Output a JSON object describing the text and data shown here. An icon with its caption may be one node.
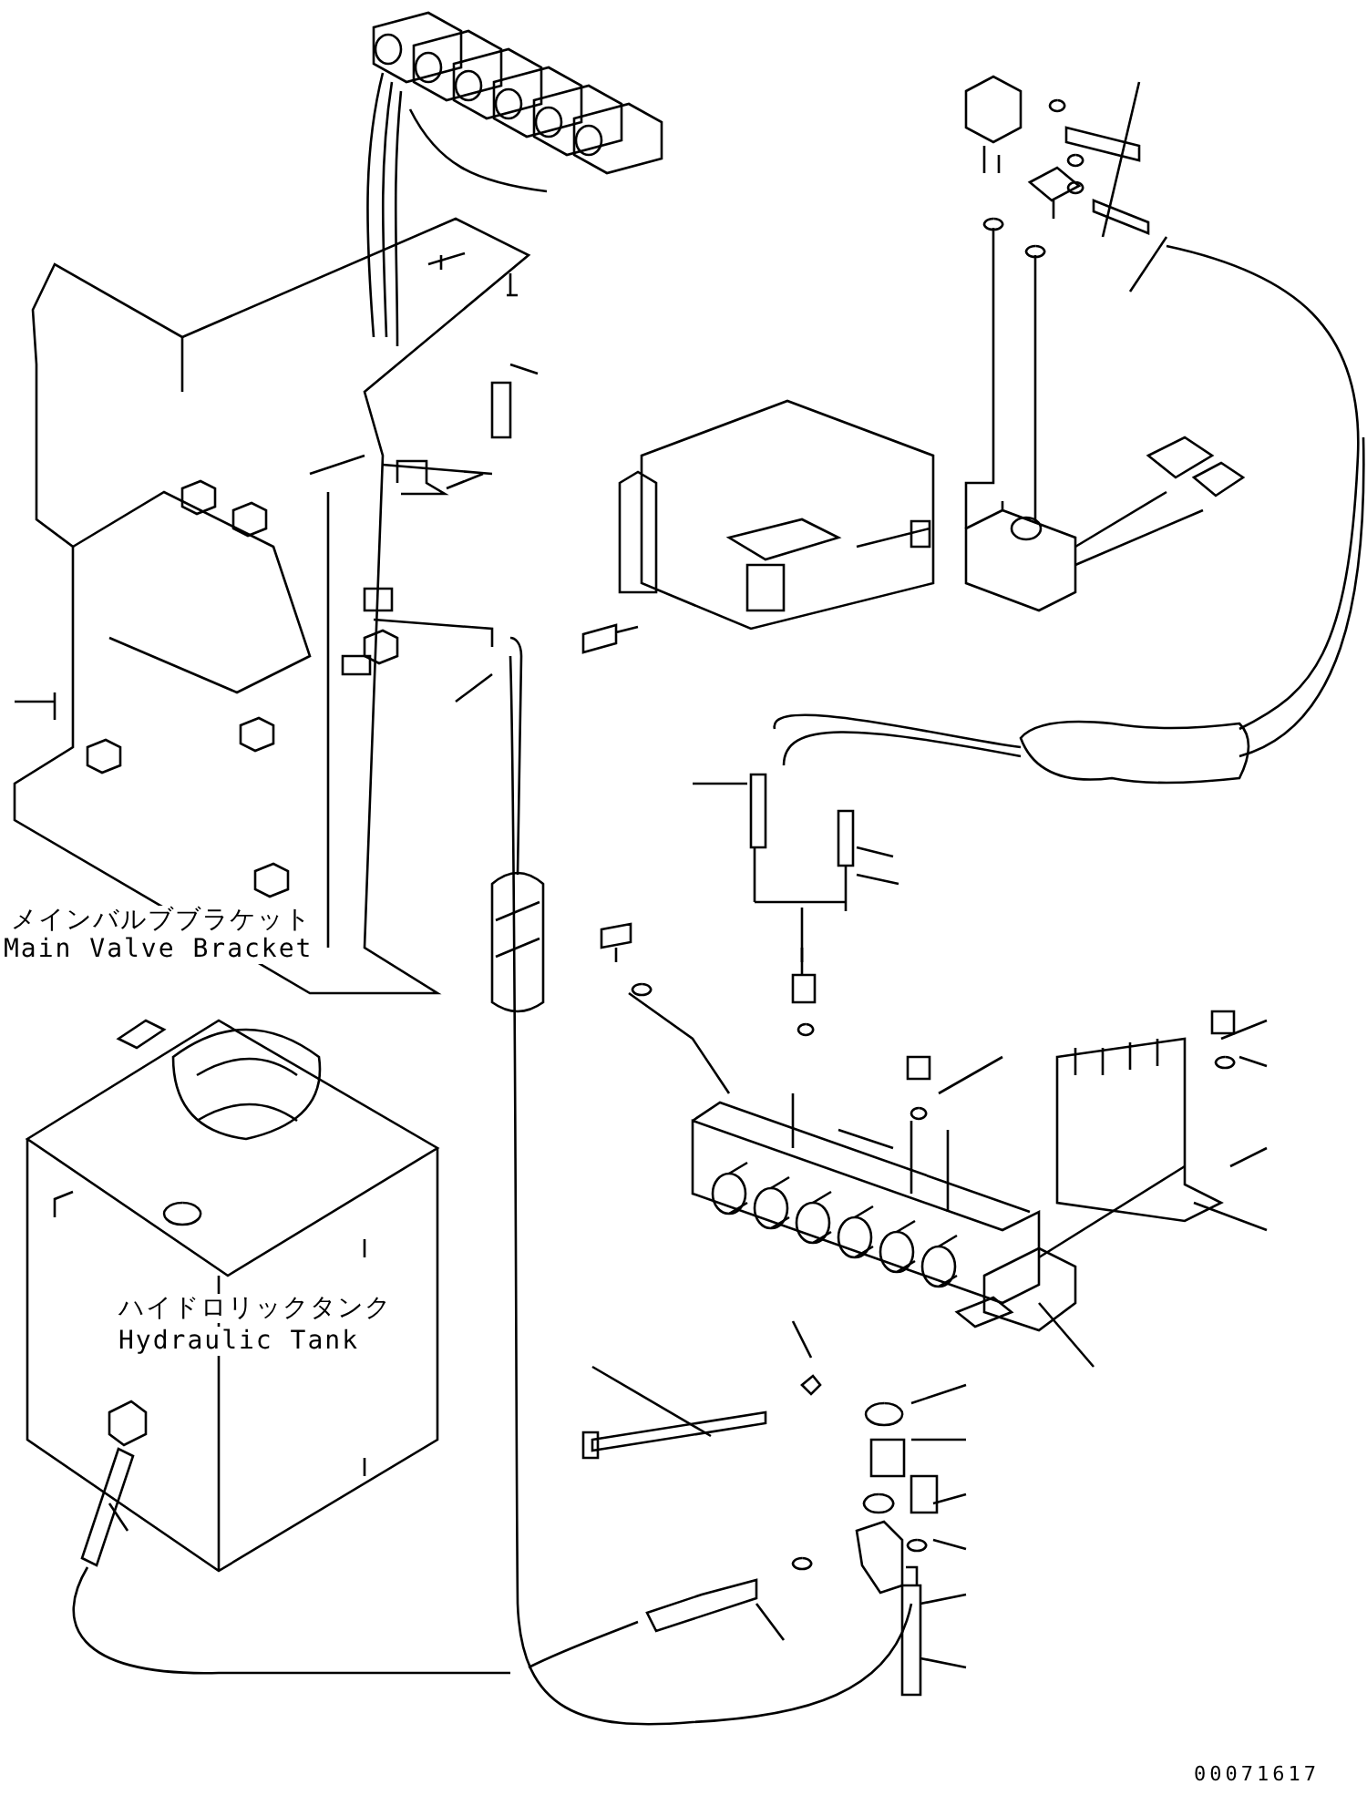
{
  "diagram": {
    "labels": [
      "メインバルブブラケット",
      "Main Valve Bracket",
      "ハイドロリックタンク",
      "Hydraulic Tank",
      "00071617"
    ]
  }
}
